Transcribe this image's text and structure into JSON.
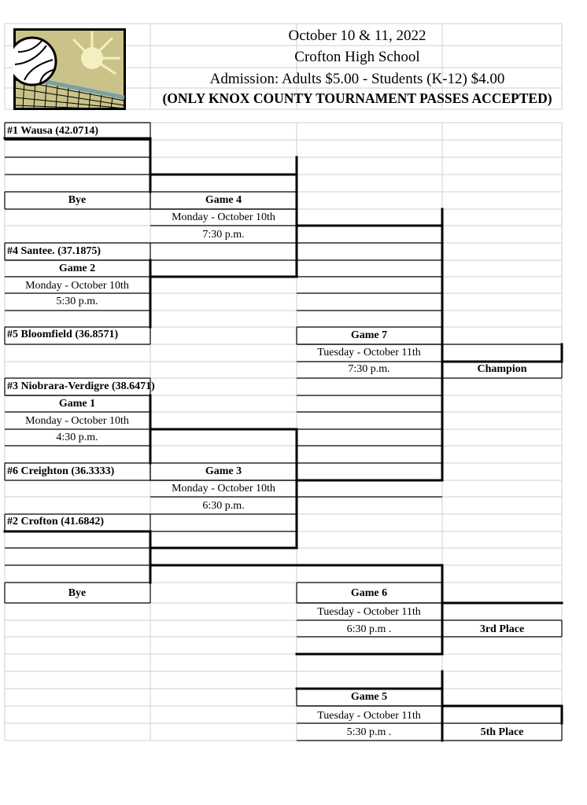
{
  "header": {
    "date": "October 10 & 11, 2022",
    "location": "Crofton High School",
    "admission": "Admission:  Adults $5.00  -  Students (K-12) $4.00",
    "passes": "(ONLY KNOX COUNTY TOURNAMENT PASSES ACCEPTED)"
  },
  "teams": {
    "wausa": "#1  Wausa (42.0714)",
    "santee": "#4  Santee. (37.1875)",
    "bloomfield": "#5  Bloomfield (36.8571)",
    "niobrara": "#3  Niobrara-Verdigre (38.6471)",
    "creighton": "#6  Creighton (36.3333)",
    "crofton": "#2  Crofton (41.6842)"
  },
  "byes": {
    "top": "Bye",
    "bottom": "Bye"
  },
  "games": {
    "g1": {
      "name": "Game 1",
      "day": "Monday - October 10th",
      "time": "4:30 p.m."
    },
    "g2": {
      "name": "Game 2",
      "day": "Monday - October 10th",
      "time": "5:30 p.m."
    },
    "g3": {
      "name": "Game 3",
      "day": "Monday - October 10th",
      "time": "6:30 p.m."
    },
    "g4": {
      "name": "Game 4",
      "day": "Monday - October 10th",
      "time": "7:30 p.m."
    },
    "g5": {
      "name": "Game 5",
      "day": "Tuesday - October 11th",
      "time": "5:30 p.m ."
    },
    "g6": {
      "name": "Game 6",
      "day": "Tuesday - October 11th",
      "time": "6:30 p.m ."
    },
    "g7": {
      "name": "Game 7",
      "day": "Tuesday - October 11th",
      "time": "7:30 p.m."
    }
  },
  "places": {
    "champion": "Champion",
    "third": "3rd Place",
    "fifth": "5th Place"
  },
  "logo_icon": "volleyball-net-icon"
}
